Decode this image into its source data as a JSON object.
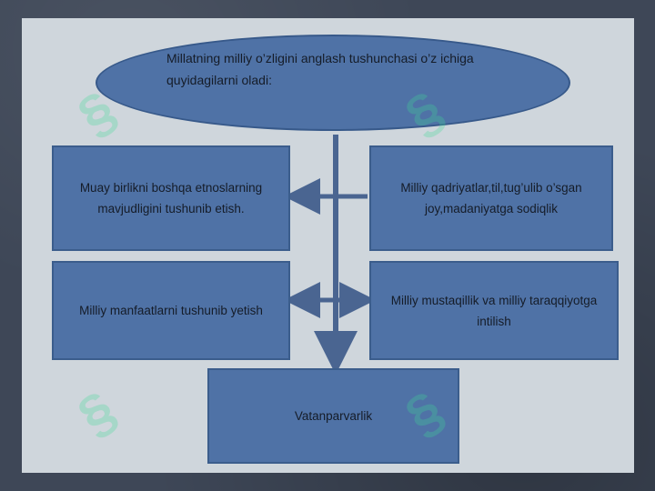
{
  "diagram": {
    "title_text": "Millatning milliy o’zligini anglash tushunchasi o’z ichiga quyidagilarni oladi:",
    "boxes": {
      "top_left": "Muay birlikni boshqa etnoslarning mavjudligini tushunib etish.",
      "top_right": "Milliy qadriyatlar,til,tug’ulib o’sgan joy,madaniyatga sodiqlik",
      "mid_left": "Milliy manfaatlarni tushunib yetish",
      "mid_right": "Milliy mustaqillik va milliy taraqqiyotga intilish",
      "bottom": "Vatanparvarlik"
    },
    "colors": {
      "box_fill": "#4f72a6",
      "slide_bg": "#cfd6dc",
      "frame_bg": "#3e4757"
    },
    "icons": [
      "watermark-logo-icon"
    ]
  }
}
